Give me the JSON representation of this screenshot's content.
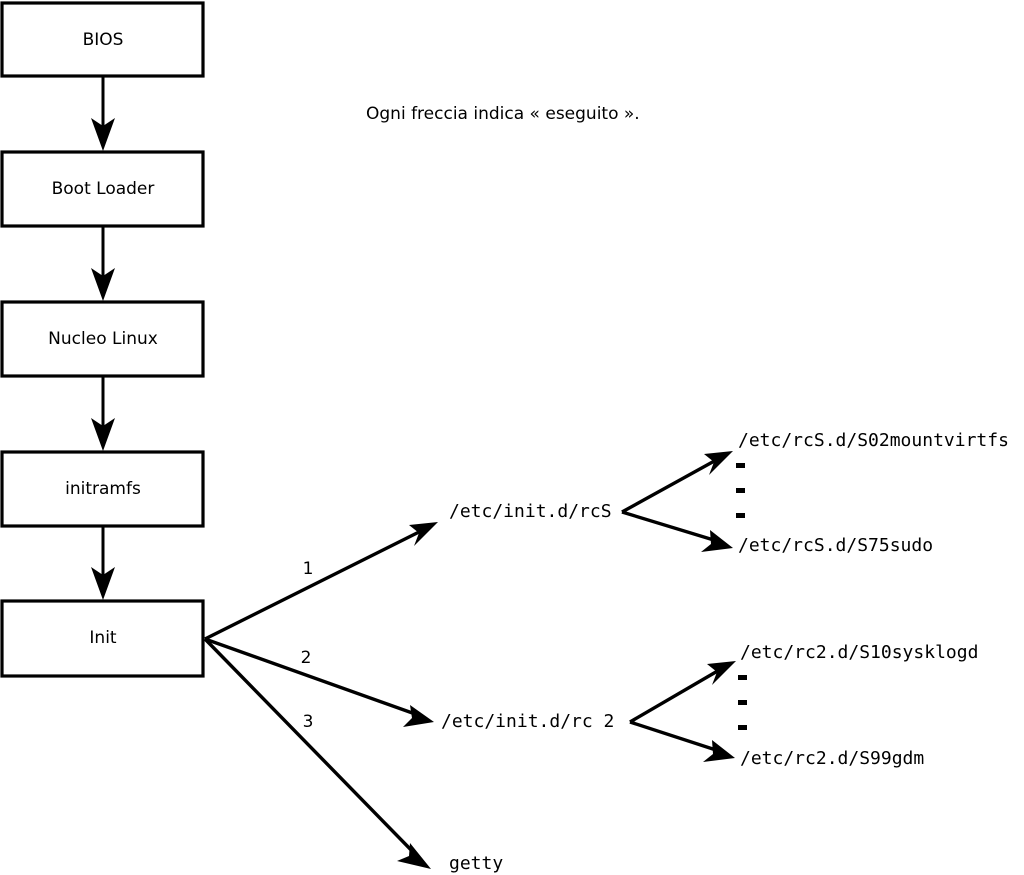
{
  "caption": {
    "text": "Ogni freccia indica « eseguito »."
  },
  "chain": {
    "nodes": [
      {
        "label": "BIOS"
      },
      {
        "label": "Boot Loader"
      },
      {
        "label": "Nucleo Linux"
      },
      {
        "label": "initramfs"
      },
      {
        "label": "Init"
      }
    ]
  },
  "init_branches": [
    {
      "number": "1",
      "target": "/etc/init.d/rcS"
    },
    {
      "number": "2",
      "target": "/etc/init.d/rc 2"
    },
    {
      "number": "3",
      "target": "getty"
    }
  ],
  "rcs_scripts": {
    "first": "/etc/rcS.d/S02mountvirtfs",
    "last": "/etc/rcS.d/S75sudo",
    "ellipsis": [
      "-",
      "-",
      "-"
    ]
  },
  "rc2_scripts": {
    "first": "/etc/rc2.d/S10sysklogd",
    "last": "/etc/rc2.d/S99gdm",
    "ellipsis": [
      "-",
      "-",
      "-"
    ]
  },
  "colors": {
    "stroke": "#000000",
    "fill": "#ffffff",
    "text": "#000000"
  }
}
